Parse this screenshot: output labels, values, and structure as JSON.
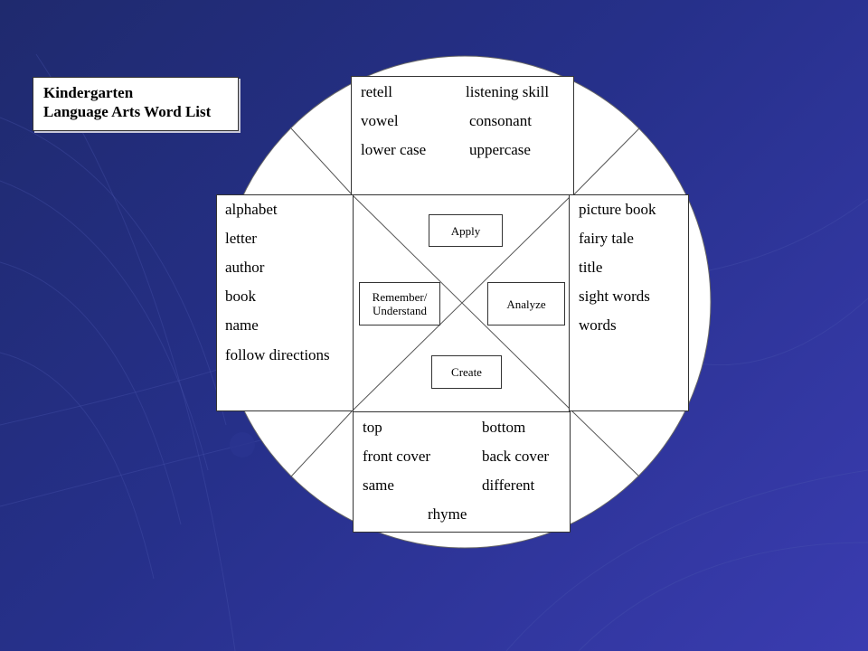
{
  "title": {
    "line1": "Kindergarten",
    "line2": "Language Arts Word List"
  },
  "center_labels": {
    "apply": "Apply",
    "remember_line1": "Remember/",
    "remember_line2": "Understand",
    "analyze": "Analyze",
    "create": "Create"
  },
  "top_box": {
    "words": [
      "retell",
      "listening skill",
      "vowel",
      "consonant",
      "lower case",
      "uppercase"
    ]
  },
  "left_box": {
    "words": [
      "alphabet",
      "letter",
      "author",
      "book",
      "name",
      "follow directions"
    ]
  },
  "right_box": {
    "words": [
      "picture book",
      "fairy tale",
      "title",
      "sight words",
      "words"
    ]
  },
  "bottom_box": {
    "words": [
      "top",
      "bottom",
      "front cover",
      "back cover",
      "same",
      "different",
      "rhyme"
    ]
  },
  "colors": {
    "background_dark": "#1f2a6e",
    "background_light": "#3a3cb0",
    "panel": "#ffffff",
    "outline": "#333333"
  }
}
